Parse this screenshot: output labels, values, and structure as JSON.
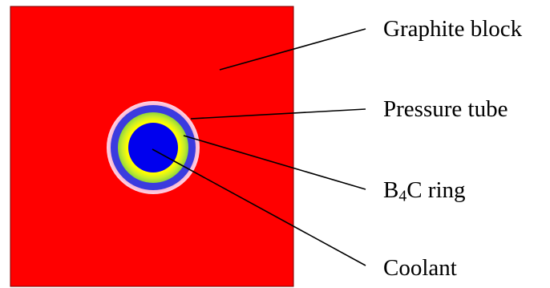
{
  "labels": {
    "graphite_block": "Graphite block",
    "pressure_tube": "Pressure tube",
    "b4c_ring": {
      "prefix": "B",
      "subscript": "4",
      "suffix": "C ring"
    },
    "coolant": "Coolant"
  },
  "colors": {
    "graphite_block": "#ff0000",
    "pressure_tube_outer_glow": "#f3a6c8",
    "pressure_tube": "#3b3bdf",
    "b4c_ring_yellow": "#ffff00",
    "b4c_ring_green": "#a8e034",
    "coolant": "#0000ee",
    "leader_lines": "#000000"
  }
}
